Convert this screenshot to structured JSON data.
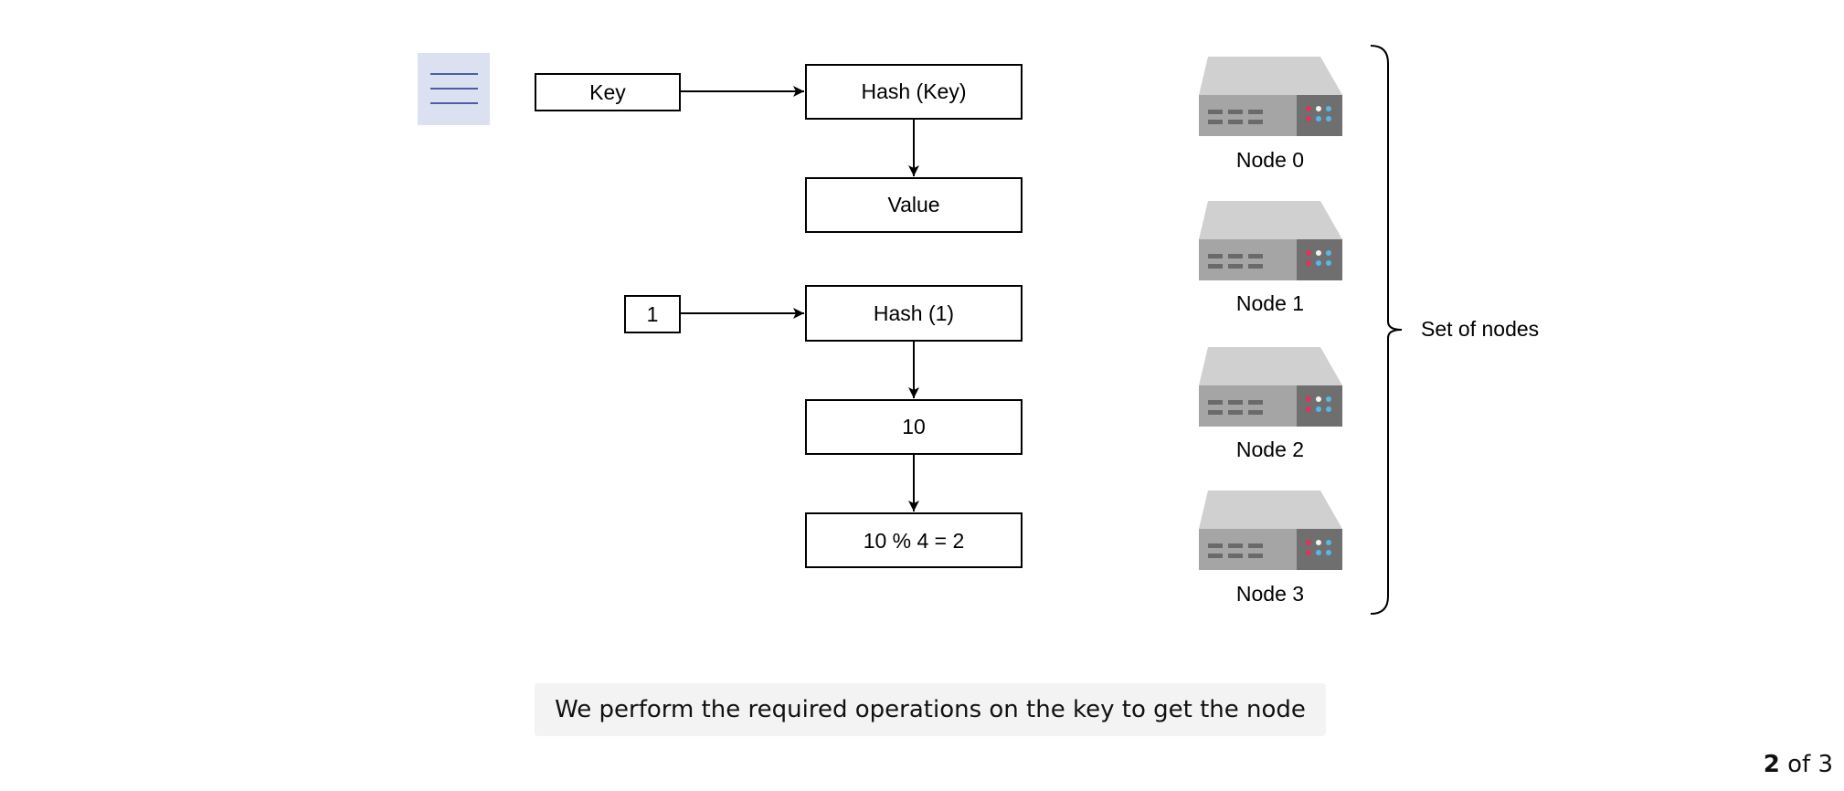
{
  "flow": {
    "key_label": "Key",
    "hash_key_label": "Hash (Key)",
    "value_label": "Value",
    "input_label": "1",
    "hash_input_label": "Hash (1)",
    "hash_result_label": "10",
    "modulo_label": "10 % 4 = 2"
  },
  "nodes": [
    {
      "label": "Node 0"
    },
    {
      "label": "Node 1"
    },
    {
      "label": "Node 2"
    },
    {
      "label": "Node 3"
    }
  ],
  "brace_label": "Set of nodes",
  "caption": "We perform the required operations on the key to get the node",
  "pager": {
    "current": "2",
    "separator": "of",
    "total": "3"
  },
  "icons": {
    "top_left": "menu-lines-icon",
    "node": "server-icon"
  },
  "colors": {
    "menu_bg": "#dce1f1",
    "menu_lines": "#4a5fa3",
    "server_top": "#d0d0d0",
    "server_body": "#a5a5a5",
    "server_panel": "#6f6f6f",
    "led_red": "#e0325e",
    "led_blue": "#5ab6e6",
    "led_white": "#f4f4f4"
  }
}
